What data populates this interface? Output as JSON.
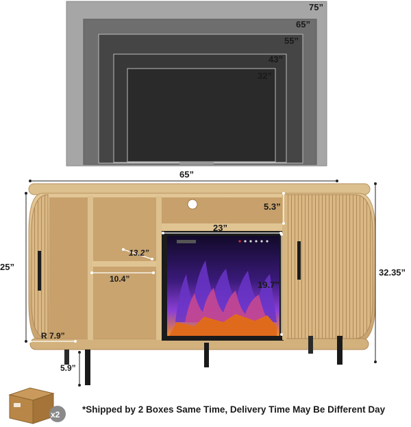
{
  "tv_sizes": [
    "75”",
    "65”",
    "55”",
    "43”",
    "32”"
  ],
  "dimensions": {
    "total_width": "65”",
    "shelf_opening_height": "5.3”",
    "fireplace_width": "23”",
    "fireplace_height": "19.7”",
    "shelf_depth": "13.2”",
    "shelf_width": "10.4”",
    "radius": "R 7.9”",
    "leg_height": "5.9”",
    "cabinet_height": "25”",
    "total_height": "32.35”"
  },
  "box_count": "x2",
  "note": "*Shipped by 2 Boxes Same Time, Delivery Time May Be Different Day",
  "colors": {
    "wood": "#d7b886",
    "wood_dark": "#b8925e",
    "tv_outer": "#a9a9a9",
    "fire_purple": "#8b3fd6",
    "fire_orange": "#f08a2a"
  }
}
